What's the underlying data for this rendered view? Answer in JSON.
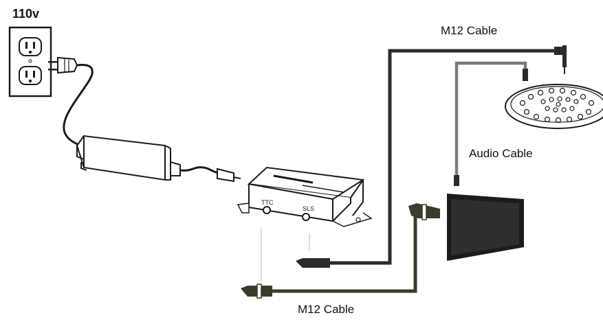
{
  "labels": {
    "voltage": "110v",
    "m12_top": "M12 Cable",
    "audio": "Audio Cable",
    "m12_bottom": "M12 Cable"
  },
  "module": {
    "port_left": "TTC",
    "port_right": "SLS"
  },
  "colors": {
    "line": "#1a1a1a",
    "cable_dark": "#2b2b2b",
    "cable_olive": "#3d3a2c",
    "cable_gray": "#7a7a7a",
    "screen": "#1c1c1c"
  }
}
